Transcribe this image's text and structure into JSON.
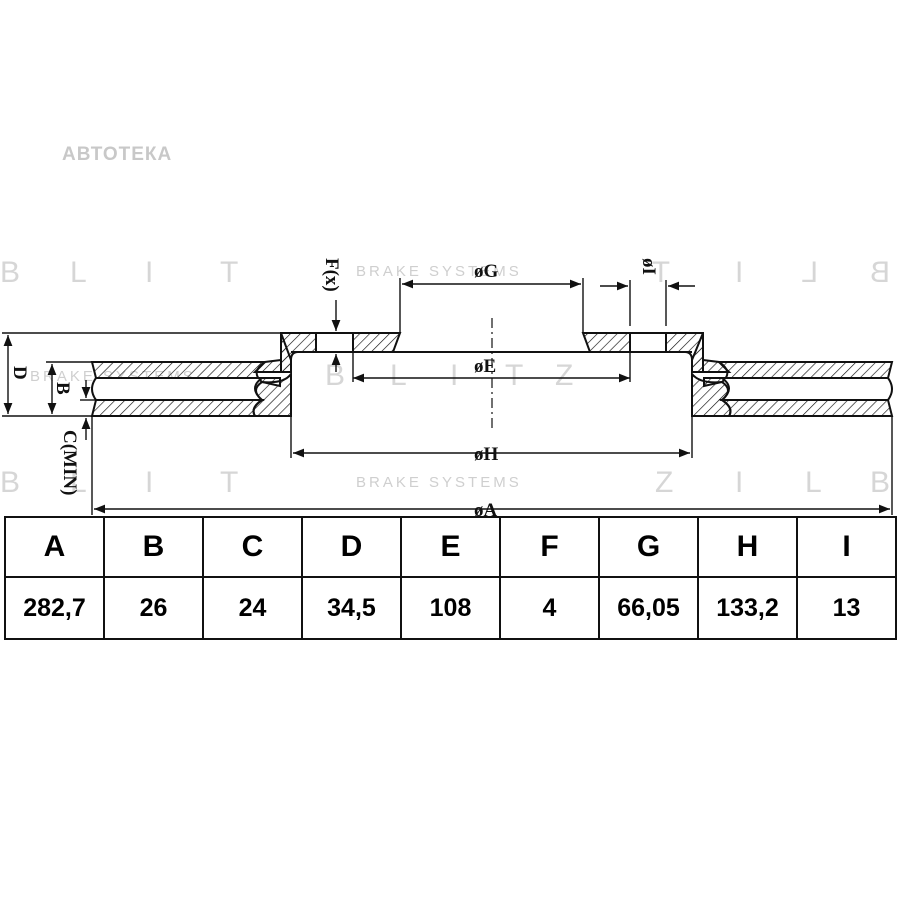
{
  "watermarks": {
    "site": "АВТОТЕКА",
    "brand_letters": [
      "B",
      "L",
      "I",
      "T",
      "Z"
    ],
    "tagline": "BRAKE SYSTEMS"
  },
  "dimension_labels": {
    "g": "øG",
    "e": "øE",
    "h": "øH",
    "a": "øA",
    "i": "øI",
    "f": "F(x)",
    "d": "D",
    "b": "B",
    "c": "C(MIN)"
  },
  "specs": {
    "headers": [
      "A",
      "B",
      "C",
      "D",
      "E",
      "F",
      "G",
      "H",
      "I"
    ],
    "values": [
      "282,7",
      "26",
      "24",
      "34,5",
      "108",
      "4",
      "66,05",
      "133,2",
      "13"
    ]
  },
  "colors": {
    "line": "#111111",
    "watermark": "#d0d0d0"
  }
}
